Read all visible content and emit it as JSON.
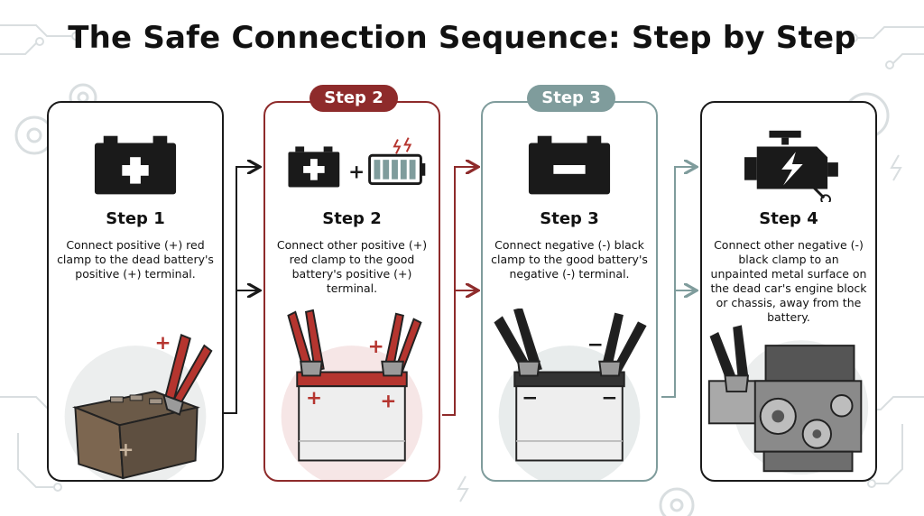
{
  "title": "The Safe Connection Sequence: Step by Step",
  "steps": [
    {
      "tag": "",
      "title": "Step 1",
      "description": "Connect positive (+) red clamp to the dead battery's positive (+) terminal."
    },
    {
      "tag": "Step 2",
      "title": "Step 2",
      "description": "Connect other positive (+) red clamp to the good battery's positive (+) terminal."
    },
    {
      "tag": "Step 3",
      "title": "Step 3",
      "description": "Connect negative (-) black clamp to the good battery's negative (-) terminal."
    },
    {
      "tag": "",
      "title": "Step 4",
      "description": "Connect other negative (-) black clamp to an unpainted metal surface on the dead car's engine block or chassis, away from the battery."
    }
  ],
  "symbols": {
    "plus": "+",
    "minus": "−"
  },
  "colors": {
    "red_accent": "#8e2b2b",
    "teal_accent": "#7f9c9c",
    "dark": "#1a1a1a",
    "clamp_red": "#b5352f",
    "clamp_black": "#1f1f1f"
  }
}
